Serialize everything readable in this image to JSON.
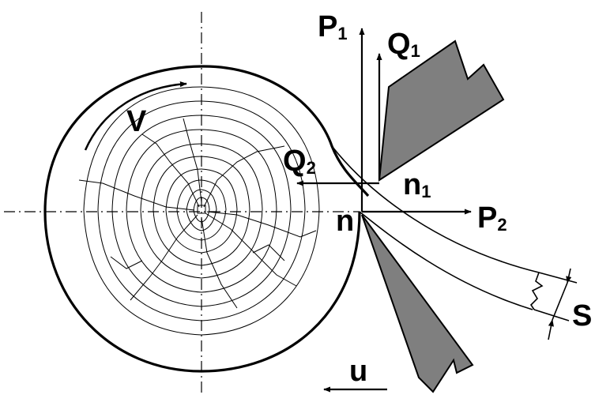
{
  "labels": {
    "v": "V",
    "p1_main": "P",
    "p1_sub": "1",
    "q1_main": "Q",
    "q1_sub": "1",
    "q2_main": "Q",
    "q2_sub": "2",
    "n1_main": "n",
    "n1_sub": "1",
    "n": "n",
    "p2_main": "P",
    "p2_sub": "2",
    "s": "S",
    "u": "u"
  },
  "colors": {
    "stroke": "#000000",
    "knife_fill": "#7f7f7f",
    "background": "#ffffff"
  }
}
